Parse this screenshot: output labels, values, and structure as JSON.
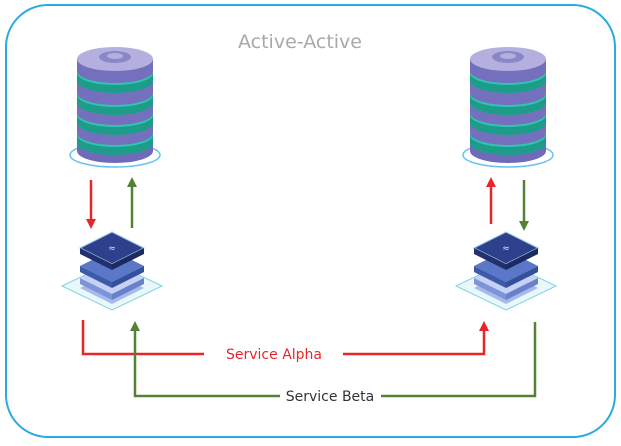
{
  "diagram": {
    "title": "Active-Active",
    "links": {
      "service_alpha": "Service Alpha",
      "service_beta": "Service Beta"
    }
  },
  "colors": {
    "frame": "#29aae1",
    "title": "#a9a9a9",
    "alpha": "#e8262a",
    "beta": "#548235",
    "db_body": "#8a87c9",
    "db_top": "#b3b0e0",
    "db_band": "#2fc6b0",
    "db_band_dark": "#1d9c8a",
    "node_top": "#2e3f8c",
    "node_mid": "#5b78c8",
    "node_low": "#9fb2ea",
    "node_base": "#d6f0f6"
  },
  "icons": [
    "database-icon",
    "server-node-icon",
    "arrow-down-icon",
    "arrow-up-icon"
  ]
}
